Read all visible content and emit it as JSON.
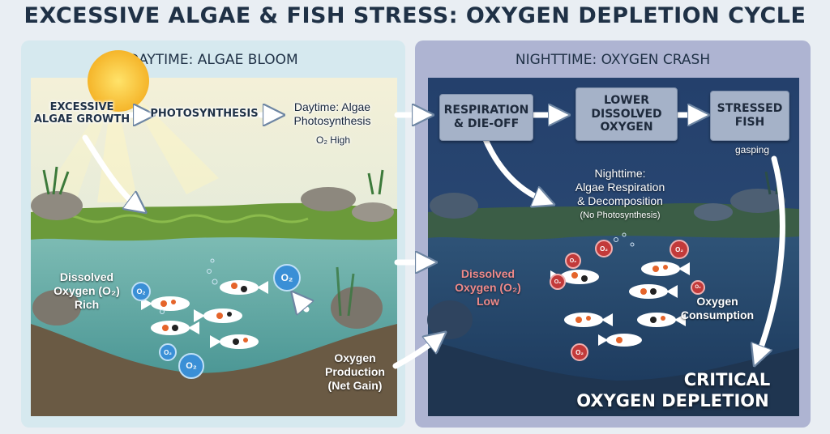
{
  "title": "EXCESSIVE ALGAE & FISH STRESS: OXYGEN DEPLETION CYCLE",
  "day": {
    "heading": "DAYTIME: ALGAE BLOOM",
    "excessive_growth": [
      "EXCESSIVE",
      "ALGAE GROWTH"
    ],
    "photosynthesis": "PHOTOSYNTHESIS",
    "algae_photo": [
      "Daytime: Algae",
      "Photosynthesis"
    ],
    "o2_high": "O₂ High",
    "dissolved": [
      "Dissolved",
      "Oxygen (O₂)",
      "Rich"
    ],
    "production": [
      "Oxygen",
      "Production",
      "(Net Gain)"
    ],
    "bubble_label": "O₂"
  },
  "night": {
    "heading": "NIGHTTIME: OXYGEN CRASH",
    "respiration_box": [
      "RESPIRATION",
      "& DIE-OFF"
    ],
    "lower_box": [
      "LOWER",
      "DISSOLVED",
      "OXYGEN"
    ],
    "stressed_box": [
      "STRESSED",
      "FISH"
    ],
    "gasping": "gasping",
    "nighttime_resp": [
      "Nighttime:",
      "Algae Respiration",
      "& Decomposition"
    ],
    "no_photo": "(No Photosynthesis)",
    "dissolved_low": [
      "Dissolved",
      "Oxygen (O₂)",
      "Low"
    ],
    "consumption": [
      "Oxygen",
      "Consumption"
    ],
    "critical": "CRITICAL",
    "depletion": "OXYGEN DEPLETION",
    "bubble_label": "O₂"
  },
  "colors": {
    "title": "#1f3146",
    "day_water": "#5aa6a3",
    "night_water": "#1e3f6a",
    "algae": "#6b9a3a",
    "bubble_blue": "#3a8fd6",
    "bubble_red": "#c23a3a",
    "koi_orange": "#e5642a"
  }
}
